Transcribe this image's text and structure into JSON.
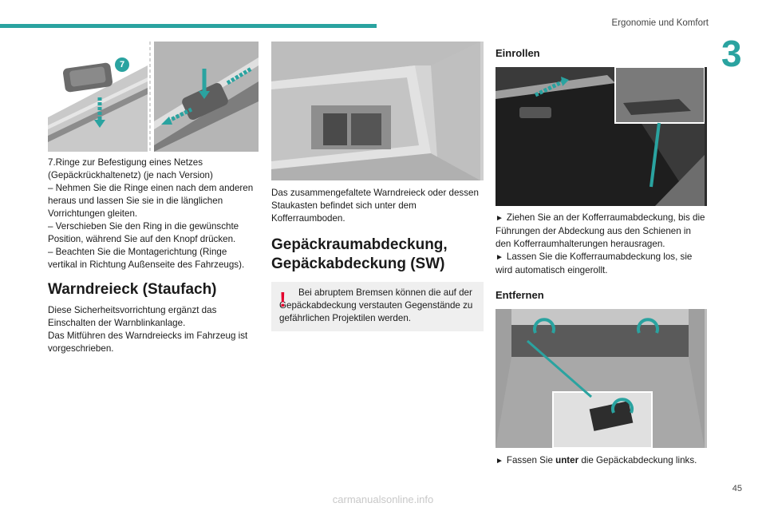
{
  "header": {
    "section": "Ergonomie und Komfort",
    "chapter": "3"
  },
  "col1": {
    "figure_callout": "7",
    "paras": [
      "7.Ringe zur Befestigung eines Netzes (Gepäckrückhaltenetz) (je nach Version)",
      "–  Nehmen Sie die Ringe einen nach dem anderen heraus und lassen Sie sie in die länglichen Vorrichtungen gleiten.",
      "–  Verschieben Sie den Ring in die gewünschte Position, während Sie auf den Knopf drücken.",
      "–  Beachten Sie die Montagerichtung (Ringe vertikal in Richtung Außenseite des Fahrzeugs)."
    ],
    "heading": "Warndreieck (Staufach)",
    "body": [
      "Diese Sicherheitsvorrichtung ergänzt das Einschalten der Warnblinkanlage.",
      "Das Mitführen des Warndreiecks im Fahrzeug ist vorgeschrieben."
    ]
  },
  "col2": {
    "caption": "Das zusammengefaltete Warndreieck oder dessen Staukasten befindet sich unter dem Kofferraumboden.",
    "heading_line1": "Gepäckraumabdeckung,",
    "heading_line2": "Gepäckabdeckung (SW)",
    "warning_icon": "!",
    "warning_text": "Bei abruptem Bremsen können die auf der Gepäckabdeckung verstauten Gegenstände zu gefährlichen Projektilen werden."
  },
  "col3": {
    "heading1": "Einrollen",
    "bullet1": "Ziehen Sie an der Kofferraumabdeckung, bis die Führungen der Abdeckung aus den Schienen in den Kofferraumhalterungen herausragen.",
    "bullet2": "Lassen Sie die Kofferraumabdeckung los, sie wird automatisch eingerollt.",
    "heading2": "Entfernen",
    "bullet3_pre": "Fassen Sie ",
    "bullet3_bold": "unter",
    "bullet3_post": " die Gepäckabdeckung links.",
    "bullet_glyph": "►"
  },
  "footer": {
    "page": "45",
    "watermark": "carmanualsonline.info"
  }
}
